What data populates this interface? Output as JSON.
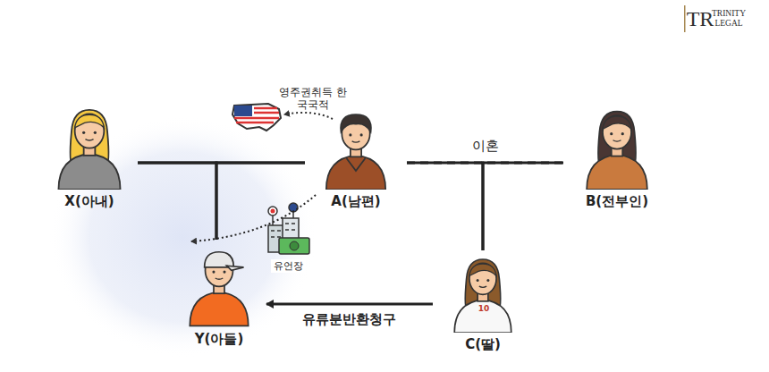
{
  "diagram": {
    "nodes": [
      {
        "text": [
          "X(아내)"
        ]
      },
      {
        "text": [
          "A(남편)"
        ]
      },
      {
        "text": [
          "B(전부인)"
        ]
      },
      {
        "text": [
          "Y(아들)"
        ]
      },
      {
        "text": [
          "C(딸)"
        ]
      }
    ],
    "edges": [
      {
        "from": 0,
        "to": 1,
        "arrow": "none"
      },
      {
        "from": 1,
        "to": 2,
        "label": "이혼",
        "arrow": "none"
      },
      {
        "from": 0,
        "to": 3,
        "arrow": "none"
      },
      {
        "from": 1,
        "to": 3,
        "arrow": "none"
      },
      {
        "from": 1,
        "to": 4,
        "arrow": "none"
      },
      {
        "from": 2,
        "to": 4,
        "arrow": "none"
      },
      {
        "from": 1,
        "to": 3,
        "label": "유언장",
        "arrow": "to"
      },
      {
        "from": 4,
        "to": 3,
        "label": "유류분반환청구",
        "arrow": "to"
      }
    ],
    "labels": [
      "영주권취득 한국국적",
      "10",
      "TR",
      "TRINITY LEGAL"
    ]
  }
}
